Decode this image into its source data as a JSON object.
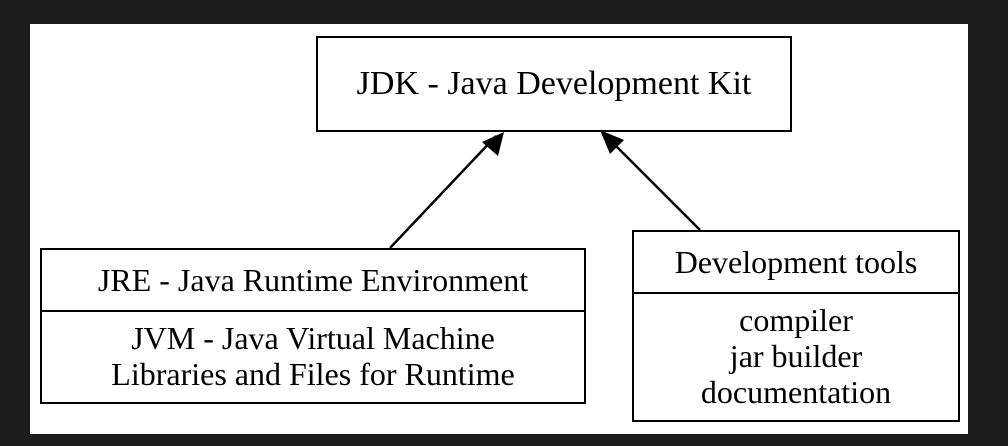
{
  "diagram": {
    "nodes": {
      "jdk": {
        "title": "JDK - Java Development Kit"
      },
      "jre": {
        "title": "JRE - Java Runtime Environment",
        "lines": [
          "JVM - Java Virtual Machine",
          "Libraries and Files for Runtime"
        ]
      },
      "devtools": {
        "title": "Development tools",
        "lines": [
          "compiler",
          "jar builder",
          "documentation"
        ]
      }
    },
    "edges": [
      {
        "from": "jre",
        "to": "jdk"
      },
      {
        "from": "devtools",
        "to": "jdk"
      }
    ],
    "colors": {
      "background": "#1c1c1c",
      "canvas": "#ffffff",
      "stroke": "#000000"
    }
  }
}
